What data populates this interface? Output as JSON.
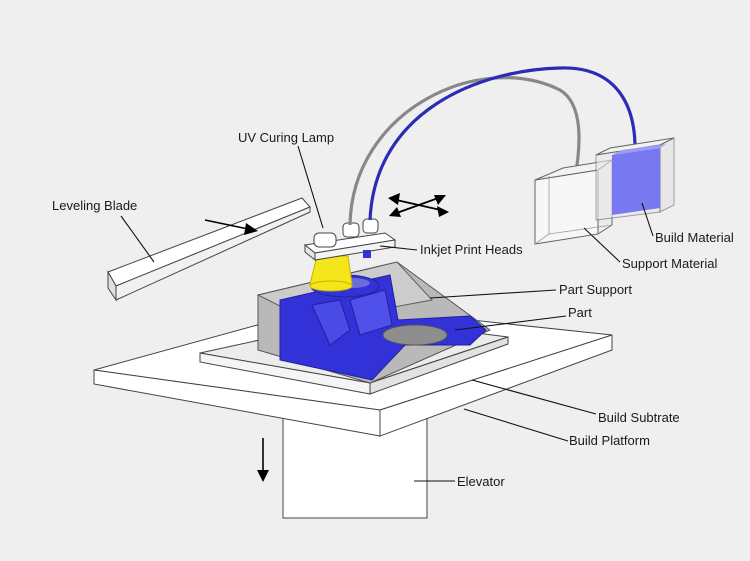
{
  "labels": {
    "uv_curing_lamp": "UV Curing Lamp",
    "leveling_blade": "Leveling Blade",
    "inkjet_print_heads": "Inkjet Print Heads",
    "build_material": "Build Material",
    "support_material": "Support Material",
    "part_support": "Part Support",
    "part": "Part",
    "build_subtrate": "Build Subtrate",
    "build_platform": "Build Platform",
    "elevator": "Elevator"
  },
  "colors": {
    "background": "#efefef",
    "build_material_blue": "#3232d8",
    "build_material_fill": "#7878f0",
    "support_gray": "#8c8c8c",
    "uv_lamp_yellow": "#f4e61a",
    "outline": "#333333",
    "white": "#ffffff"
  }
}
